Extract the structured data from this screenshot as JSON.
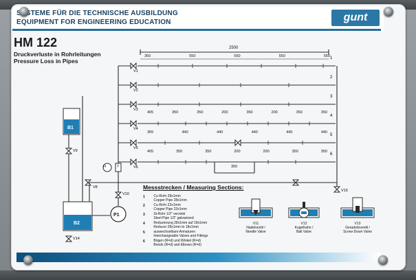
{
  "header": {
    "line1": "SYSTEME FÜR DIE TECHNISCHE AUSBILDUNG",
    "line2": "EQUIPMENT FOR ENGINEERING EDUCATION",
    "logo": "gunt"
  },
  "title": "HM 122",
  "subtitle_de": "Druckverluste in Rohrleitungen",
  "subtitle_en": "Pressure Loss in Pipes",
  "diagram": {
    "total_length": "2500",
    "row1_dims": [
      "350",
      "550",
      "550",
      "550",
      "550"
    ],
    "row4_dims": [
      "405",
      "350",
      "350",
      "200",
      "350",
      "200",
      "350",
      "350"
    ],
    "row5_dims": [
      "355",
      "440",
      "440",
      "440",
      "440",
      "440"
    ],
    "row6_dims": [
      "405",
      "350",
      "350",
      "200",
      "200",
      "350",
      "350"
    ],
    "row6_lower_dim": "350",
    "pipe_numbers": [
      "1",
      "2",
      "3",
      "4",
      "5",
      "6"
    ],
    "valves": [
      "V1",
      "V2",
      "V3",
      "V4",
      "V5",
      "V6",
      "V8",
      "V9",
      "V10",
      "V14",
      "V15"
    ],
    "tanks": [
      "B1",
      "B2"
    ],
    "pump": "P1",
    "gauge": "FI",
    "gauge_value": "T"
  },
  "measuring": {
    "heading": "Messstrecken / Measuring Sections:",
    "items": [
      {
        "num": "1",
        "text": [
          "Cu-Rohr 28x1mm",
          "Copper Pipe 28x1mm"
        ]
      },
      {
        "num": "2",
        "text": [
          "Cu-Rohr 22x1mm",
          "Copper Pipe 22x1mm"
        ]
      },
      {
        "num": "3",
        "text": [
          "St-Rohr 1/2\" verzinkt",
          "Steel Pipe 1/2\" galvanised"
        ]
      },
      {
        "num": "4",
        "text": [
          "Reduzierung 28x1mm auf 18x1mm",
          "Reducer 28x1mm to 18x1mm"
        ]
      },
      {
        "num": "5",
        "text": [
          "auswechselbare Armaturen",
          "Interchangeable Valves and Fittings"
        ]
      },
      {
        "num": "6",
        "text": [
          "Bögen (R=d) und Winkel (R=d)",
          "Bends (R=d) and Elbows (R=d)"
        ]
      }
    ],
    "valve_types": [
      {
        "id": "V11",
        "de": "Nadelventil /",
        "en": "Needle Valve"
      },
      {
        "id": "V12",
        "de": "Kugelhahn /",
        "en": "Ball Valve"
      },
      {
        "id": "V13",
        "de": "Geradsitzventil /",
        "en": "Screw-Down Valve"
      }
    ]
  },
  "colors": {
    "pipe": "#2a2a2a",
    "water": "#1f7fb4",
    "header_blue": "#1f6e9a",
    "panel": "#f4f6f7"
  }
}
